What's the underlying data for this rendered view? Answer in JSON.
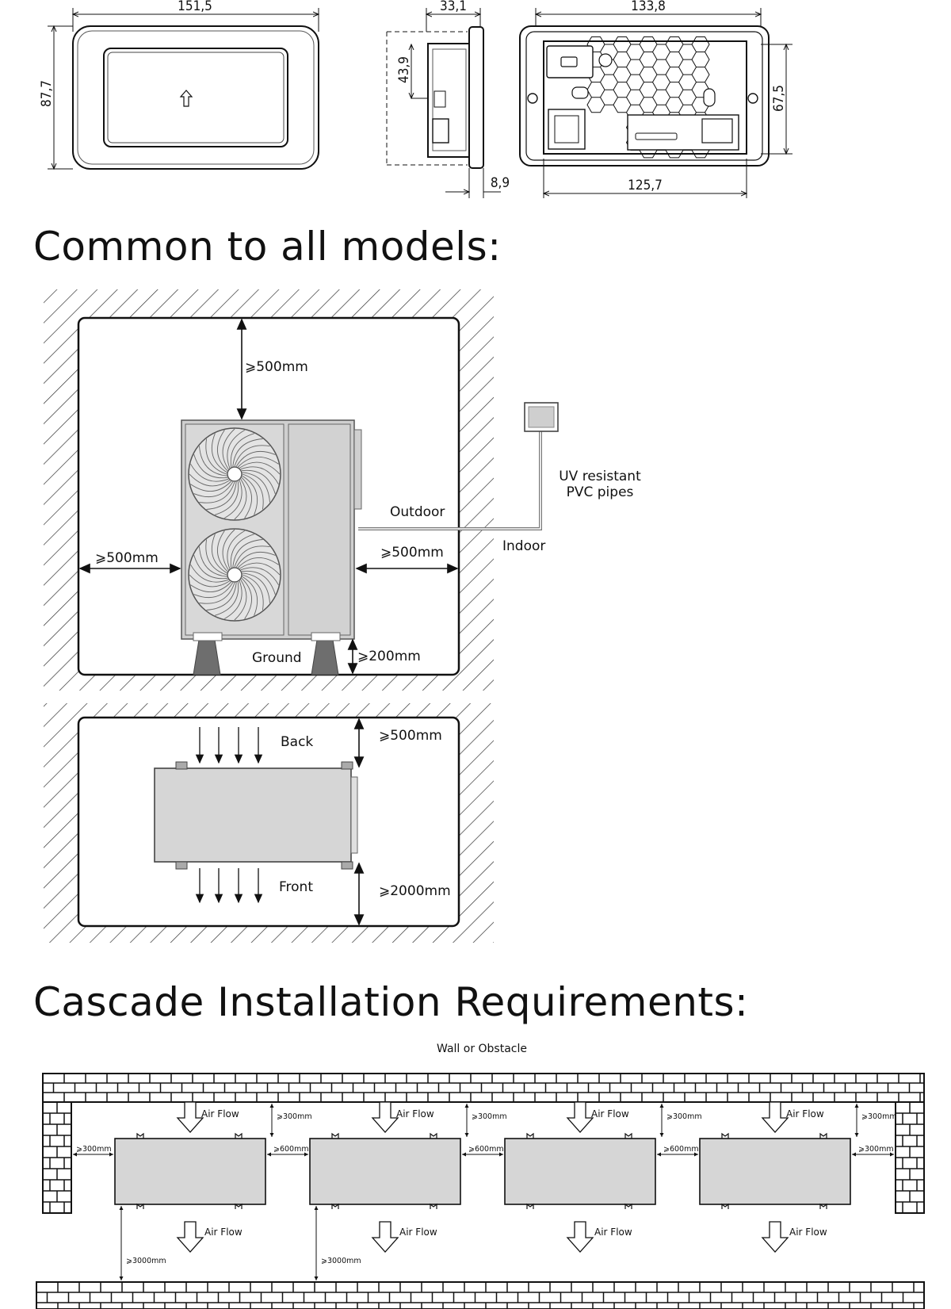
{
  "dimensions": {
    "front_width": "151,5",
    "front_height": "87,7",
    "side_depth": "33,1",
    "side_inner": "43,9",
    "side_plate": "8,9",
    "back_width_top": "133,8",
    "back_height": "67,5",
    "back_width_bottom": "125,7"
  },
  "headings": {
    "common": "Common to all models:",
    "cascade": "Cascade Installation Requirements:"
  },
  "front_view": {
    "top_clearance": "⩾500mm",
    "left_clearance": "⩾500mm",
    "right_clearance": "⩾500mm",
    "ground_clearance": "⩾200mm",
    "ground_label": "Ground",
    "outdoor_label": "Outdoor",
    "indoor_label": "Indoor",
    "pipe_note_line1": "UV resistant",
    "pipe_note_line2": "PVC pipes"
  },
  "top_view": {
    "back_label": "Back",
    "front_label": "Front",
    "back_clearance": "⩾500mm",
    "front_clearance": "⩾2000mm"
  },
  "cascade": {
    "wall_label": "Wall or Obstacle",
    "air_flow_label": "Air Flow",
    "top_gap": "⩾300mm",
    "side_gap": "⩾300mm",
    "unit_gap": "⩾600mm",
    "front_gap": "⩾3000mm"
  },
  "colors": {
    "unit_fill": "#d6d6d6",
    "line": "#222222",
    "foot": "#6e6e6e"
  }
}
